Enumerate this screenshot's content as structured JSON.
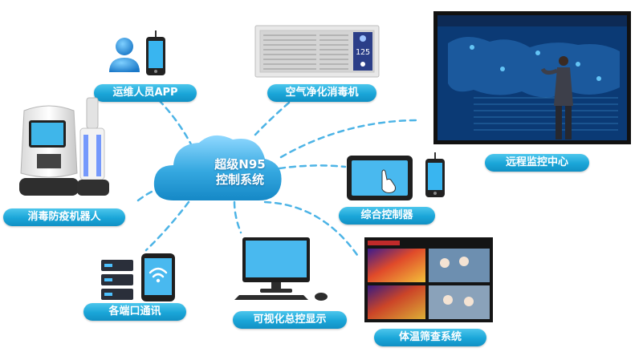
{
  "center": {
    "line1": "超级N95",
    "line2": "控制系统"
  },
  "nodes": {
    "app": "运维人员APP",
    "purifier": "空气净化消毒机",
    "monitor_center": "远程监控中心",
    "robot": "消毒防疫机器人",
    "controller": "综合控制器",
    "comm": "各端口通讯",
    "visual_display": "可视化总控显示",
    "temp_screening": "体温筛查系统"
  },
  "purifier_readout": "125",
  "colors": {
    "accent": "#1aa5d8",
    "dash": "#4db4e6",
    "cloud": "#35a8e0"
  },
  "icons": [
    "user-icon",
    "smartphone-icon",
    "air-purifier-icon",
    "monitor-wall-icon",
    "robot-icon",
    "uv-lamp-icon",
    "tablet-touch-icon",
    "server-rack-icon",
    "wifi-tablet-icon",
    "desktop-computer-icon",
    "thermal-camera-screen-icon",
    "cloud-icon"
  ]
}
